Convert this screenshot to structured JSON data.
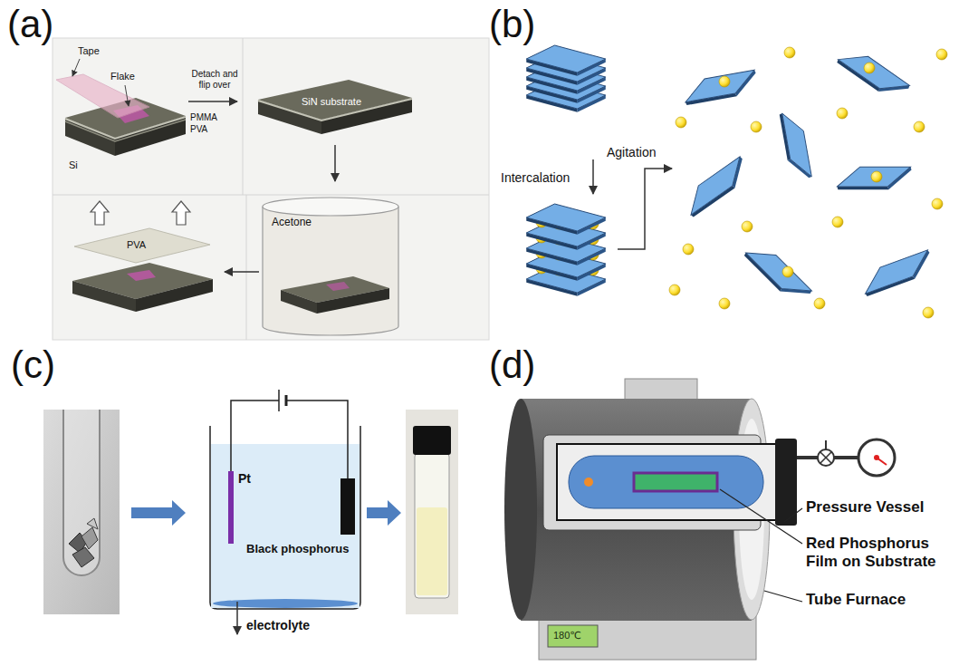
{
  "diagram": {
    "labels": [
      "(a)",
      "Tape",
      "Flake",
      "Si",
      "PMMA",
      "PVA",
      "Detach and flip over",
      "SiN substrate",
      "Acetone",
      "PVA",
      "(b)",
      "Intercalation",
      "Agitation",
      "(c)",
      "Pt",
      "Black phosphorus",
      "electrolyte",
      "(d)",
      "180℃",
      "Pressure Vessel",
      "Red Phosphorus Film on Substrate",
      "Tube Furnace"
    ]
  }
}
